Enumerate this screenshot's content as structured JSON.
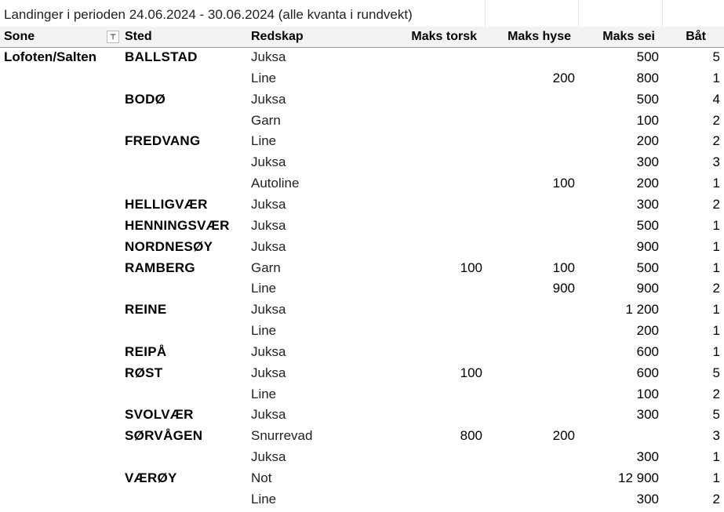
{
  "title": "Landinger i perioden 24.06.2024 - 30.06.2024 (alle kvanta i rundvekt)",
  "headers": {
    "sone": "Sone",
    "sted": "Sted",
    "redskap": "Redskap",
    "torsk": "Maks torsk",
    "hyse": "Maks hyse",
    "sei": "Maks sei",
    "bat": "Båt"
  },
  "rows": [
    [
      "Lofoten/Salten",
      "BALLSTAD",
      "Juksa",
      "",
      "",
      "500",
      "5"
    ],
    [
      "",
      "",
      "Line",
      "",
      "200",
      "800",
      "1"
    ],
    [
      "",
      "BODØ",
      "Juksa",
      "",
      "",
      "500",
      "4"
    ],
    [
      "",
      "",
      "Garn",
      "",
      "",
      "100",
      "2"
    ],
    [
      "",
      "FREDVANG",
      "Line",
      "",
      "",
      "200",
      "2"
    ],
    [
      "",
      "",
      "Juksa",
      "",
      "",
      "300",
      "3"
    ],
    [
      "",
      "",
      "Autoline",
      "",
      "100",
      "200",
      "1"
    ],
    [
      "",
      "HELLIGVÆR",
      "Juksa",
      "",
      "",
      "300",
      "2"
    ],
    [
      "",
      "HENNINGSVÆR",
      "Juksa",
      "",
      "",
      "500",
      "1"
    ],
    [
      "",
      "NORDNESØY",
      "Juksa",
      "",
      "",
      "900",
      "1"
    ],
    [
      "",
      "RAMBERG",
      "Garn",
      "100",
      "100",
      "500",
      "1"
    ],
    [
      "",
      "",
      "Line",
      "",
      "900",
      "900",
      "2"
    ],
    [
      "",
      "REINE",
      "Juksa",
      "",
      "",
      "1 200",
      "1"
    ],
    [
      "",
      "",
      "Line",
      "",
      "",
      "200",
      "1"
    ],
    [
      "",
      "REIPÅ",
      "Juksa",
      "",
      "",
      "600",
      "1"
    ],
    [
      "",
      "RØST",
      "Juksa",
      "100",
      "",
      "600",
      "5"
    ],
    [
      "",
      "",
      "Line",
      "",
      "",
      "100",
      "2"
    ],
    [
      "",
      "SVOLVÆR",
      "Juksa",
      "",
      "",
      "300",
      "5"
    ],
    [
      "",
      "SØRVÅGEN",
      "Snurrevad",
      "800",
      "200",
      "",
      "3"
    ],
    [
      "",
      "",
      "Juksa",
      "",
      "",
      "300",
      "1"
    ],
    [
      "",
      "VÆRØY",
      "Not",
      "",
      "",
      "12 900",
      "1"
    ],
    [
      "",
      "",
      "Line",
      "",
      "",
      "300",
      "2"
    ]
  ]
}
